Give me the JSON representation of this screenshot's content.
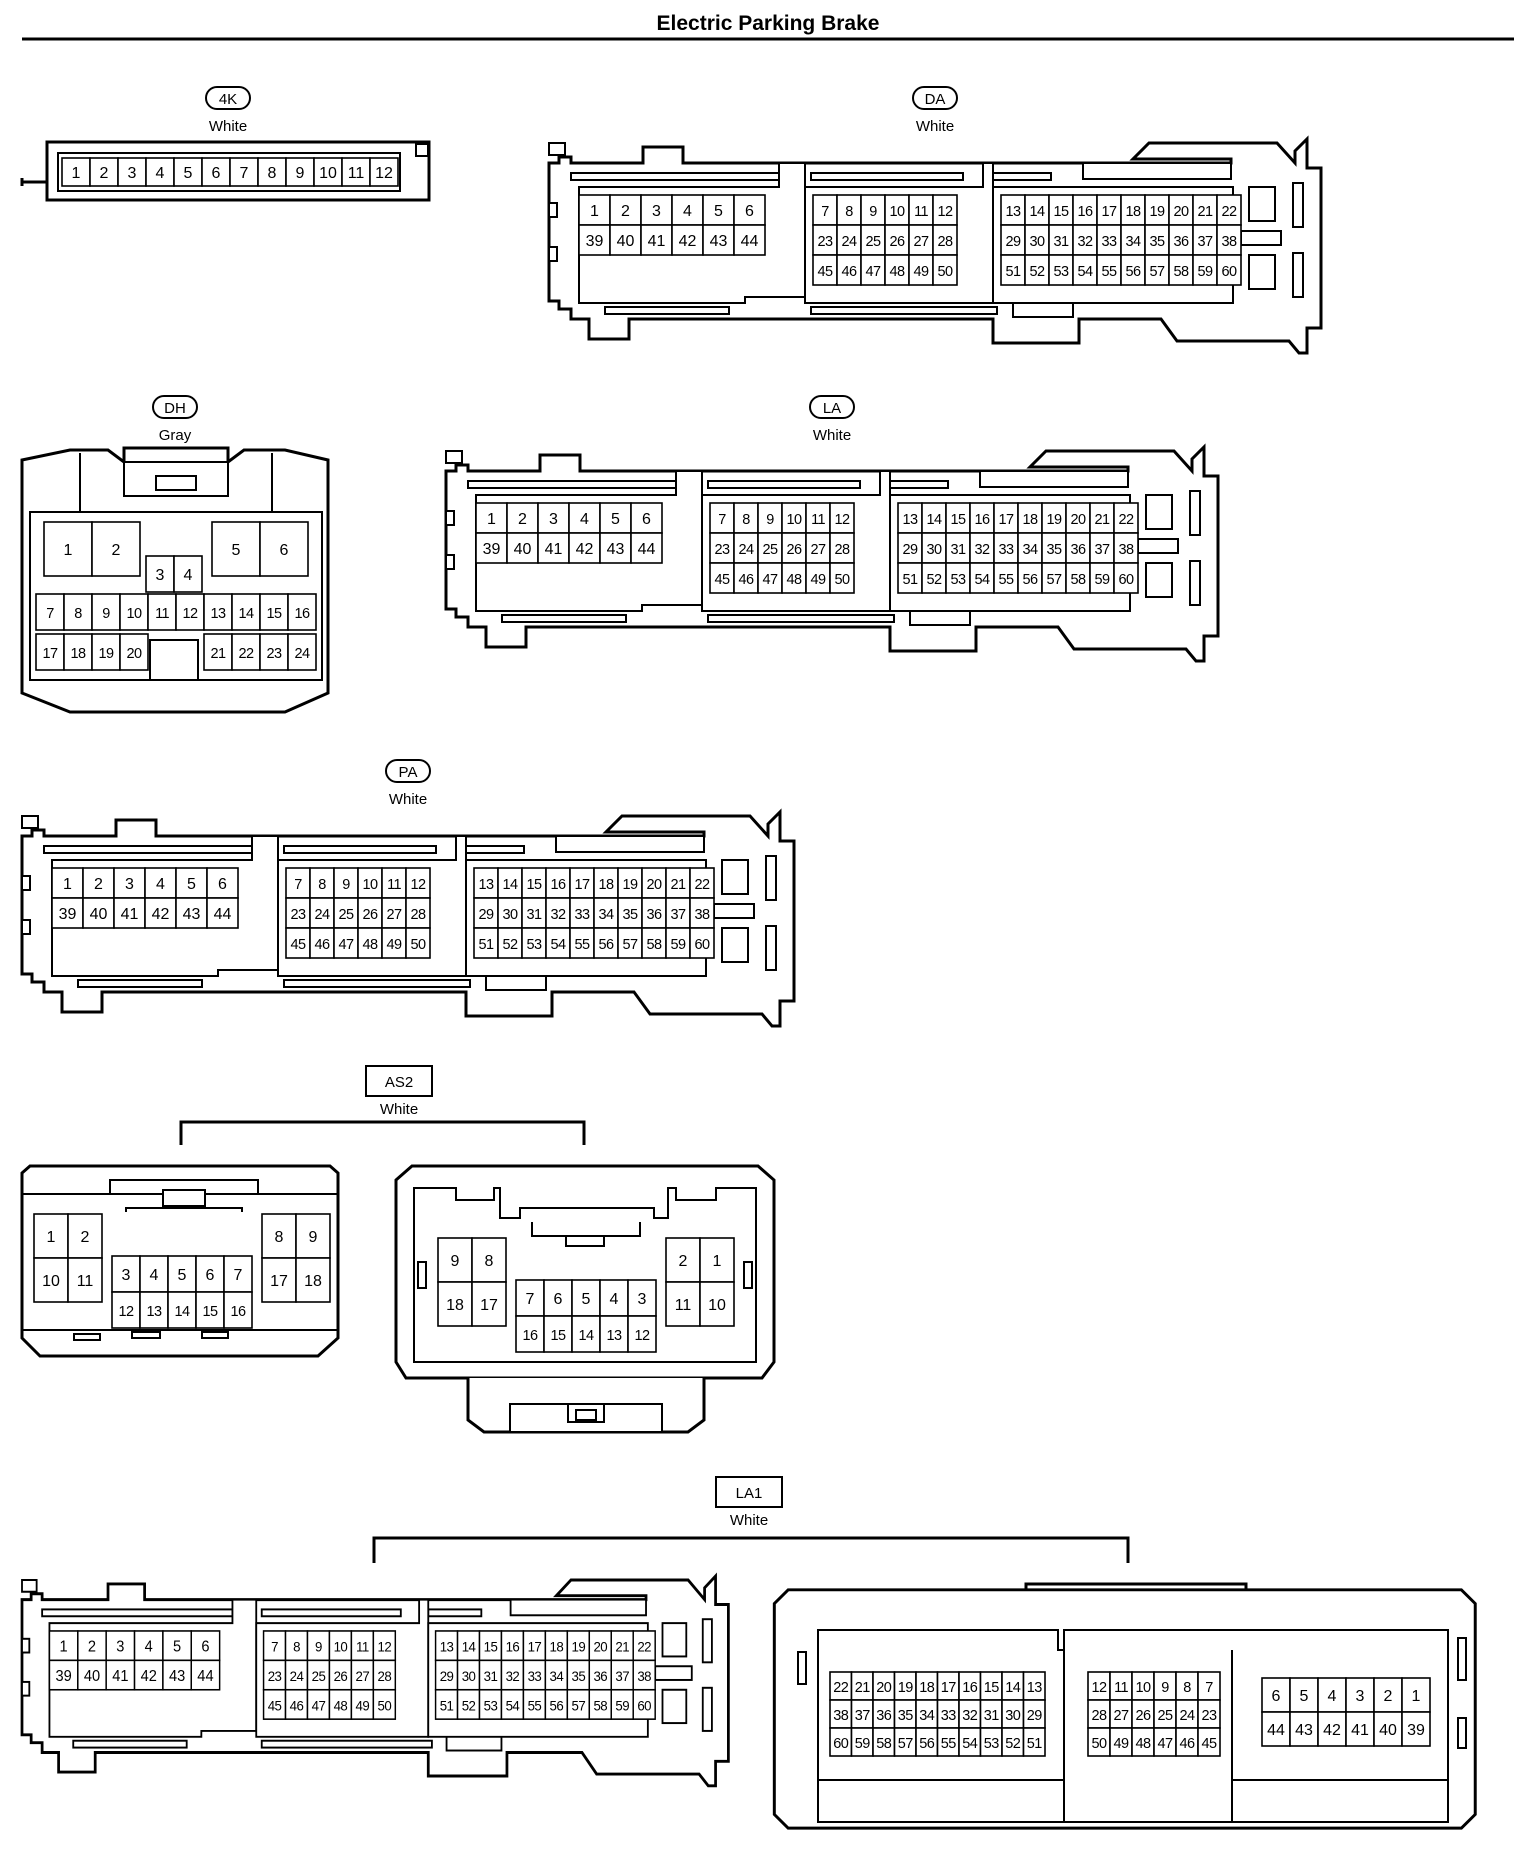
{
  "page_title": "Electric Parking Brake",
  "connectors": [
    {
      "id": "4K",
      "color": "White",
      "label_style": "oval"
    },
    {
      "id": "DA",
      "color": "White",
      "label_style": "oval"
    },
    {
      "id": "DH",
      "color": "Gray",
      "label_style": "oval"
    },
    {
      "id": "LA",
      "color": "White",
      "label_style": "oval"
    },
    {
      "id": "PA",
      "color": "White",
      "label_style": "oval"
    },
    {
      "id": "AS2",
      "color": "White",
      "label_style": "box"
    },
    {
      "id": "LA1",
      "color": "White",
      "label_style": "box"
    }
  ],
  "pin_layouts": {
    "k4": [
      [
        "1",
        "2",
        "3",
        "4",
        "5",
        "6",
        "7",
        "8",
        "9",
        "10",
        "11",
        "12"
      ]
    ],
    "ecu_left": [
      [
        "1",
        "2",
        "3",
        "4",
        "5",
        "6"
      ],
      [
        "39",
        "40",
        "41",
        "42",
        "43",
        "44"
      ]
    ],
    "ecu_mid": [
      [
        "7",
        "8",
        "9",
        "10",
        "11",
        "12"
      ],
      [
        "23",
        "24",
        "25",
        "26",
        "27",
        "28"
      ],
      [
        "45",
        "46",
        "47",
        "48",
        "49",
        "50"
      ]
    ],
    "ecu_right": [
      [
        "13",
        "14",
        "15",
        "16",
        "17",
        "18",
        "19",
        "20",
        "21",
        "22"
      ],
      [
        "29",
        "30",
        "31",
        "32",
        "33",
        "34",
        "35",
        "36",
        "37",
        "38"
      ],
      [
        "51",
        "52",
        "53",
        "54",
        "55",
        "56",
        "57",
        "58",
        "59",
        "60"
      ]
    ],
    "dh_top_left": [
      [
        "1",
        "2"
      ]
    ],
    "dh_top_mid": [
      "3",
      "4"
    ],
    "dh_top_right": [
      [
        "5",
        "6"
      ]
    ],
    "dh_row1": [
      "7",
      "8",
      "9",
      "10",
      "11",
      "12",
      "13",
      "14",
      "15",
      "16"
    ],
    "dh_row2_left": [
      "17",
      "18",
      "19",
      "20"
    ],
    "dh_row2_right": [
      "21",
      "22",
      "23",
      "24"
    ],
    "as2_male_left": [
      [
        "1",
        "2"
      ],
      [
        "10",
        "11"
      ]
    ],
    "as2_male_mid_top": [
      "3",
      "4",
      "5",
      "6",
      "7"
    ],
    "as2_male_mid_bot": [
      "12",
      "13",
      "14",
      "15",
      "16"
    ],
    "as2_male_right": [
      [
        "8",
        "9"
      ],
      [
        "17",
        "18"
      ]
    ],
    "as2_female_left": [
      [
        "9",
        "8"
      ],
      [
        "18",
        "17"
      ]
    ],
    "as2_female_mid_top": [
      "7",
      "6",
      "5",
      "4",
      "3"
    ],
    "as2_female_mid_bot": [
      "16",
      "15",
      "14",
      "13",
      "12"
    ],
    "as2_female_right": [
      [
        "2",
        "1"
      ],
      [
        "11",
        "10"
      ]
    ],
    "la1_female_right": [
      [
        "22",
        "21",
        "20",
        "19",
        "18",
        "17",
        "16",
        "15",
        "14",
        "13"
      ],
      [
        "38",
        "37",
        "36",
        "35",
        "34",
        "33",
        "32",
        "31",
        "30",
        "29"
      ],
      [
        "60",
        "59",
        "58",
        "57",
        "56",
        "55",
        "54",
        "53",
        "52",
        "51"
      ]
    ],
    "la1_female_mid": [
      [
        "12",
        "11",
        "10",
        "9",
        "8",
        "7"
      ],
      [
        "28",
        "27",
        "26",
        "25",
        "24",
        "23"
      ],
      [
        "50",
        "49",
        "48",
        "47",
        "46",
        "45"
      ]
    ],
    "la1_female_left": [
      [
        "6",
        "5",
        "4",
        "3",
        "2",
        "1"
      ],
      [
        "44",
        "43",
        "42",
        "41",
        "40",
        "39"
      ]
    ]
  }
}
